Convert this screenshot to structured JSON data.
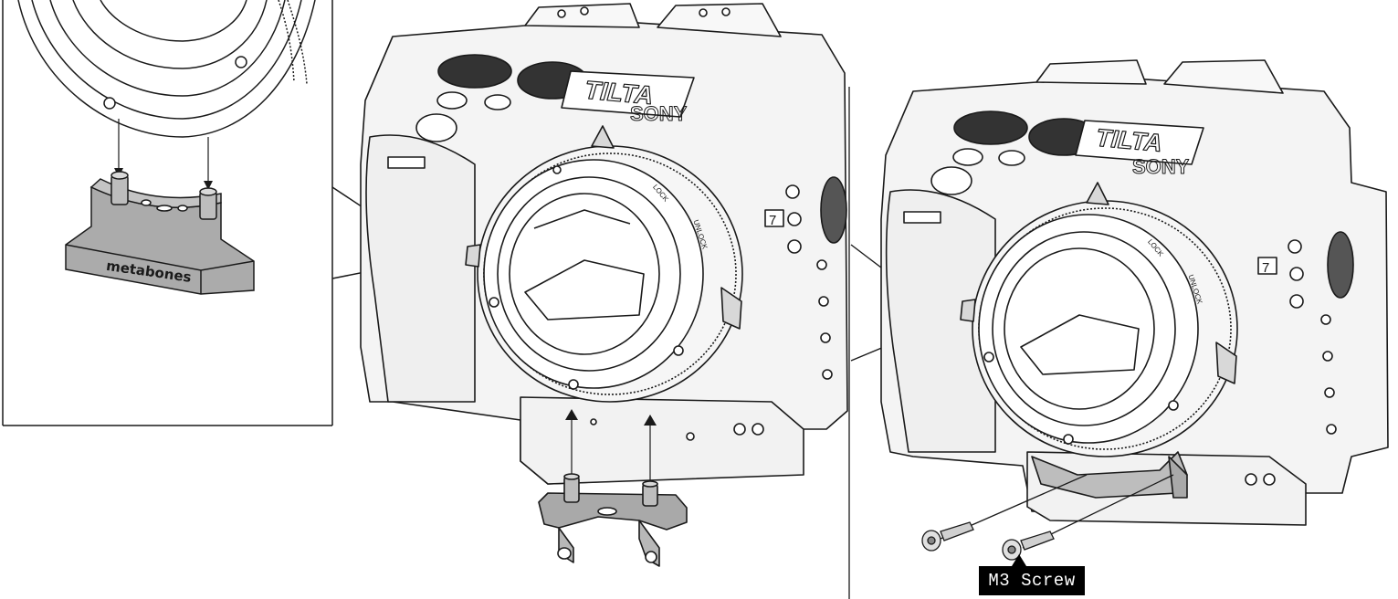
{
  "figure": {
    "inset": {
      "adapter_brand": "metabones"
    },
    "camera_left": {
      "cage_logo": "TILTA",
      "camera_logo": "SONY",
      "model_mark": "7"
    },
    "camera_right": {
      "cage_logo": "TILTA",
      "camera_logo": "SONY",
      "model_mark": "7"
    },
    "adapter_ring_text": {
      "lock": "LOCK",
      "unlock": "UNLOCK"
    },
    "callout": {
      "label": "M3 Screw"
    }
  },
  "colors": {
    "line": "#1a1a1a",
    "fill_light": "#f4f4f4",
    "part_gray": "#a9a9a9",
    "label_bg": "#000000"
  }
}
